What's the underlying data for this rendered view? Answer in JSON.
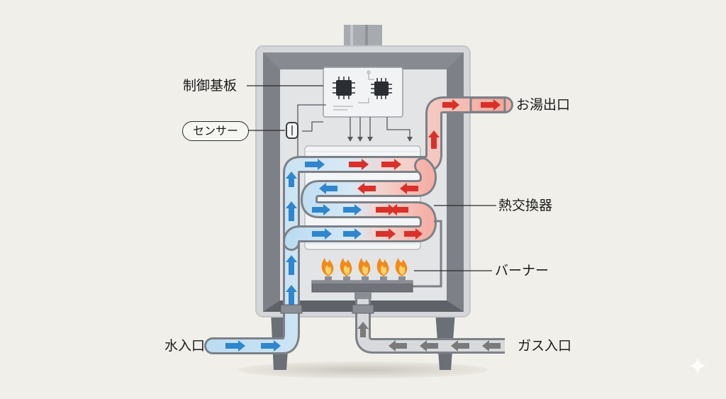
{
  "labels": {
    "control_board": "制御基板",
    "sensor": "センサー",
    "hot_water_outlet": "お湯出口",
    "heat_exchanger": "熱交換器",
    "burner": "バーナー",
    "water_inlet": "水入口",
    "gas_inlet": "ガス入口"
  },
  "colors": {
    "cold": "#2f86cc",
    "hot": "#d9302a",
    "gas_arrow": "#7a7a7a",
    "flame": "#f08a1c",
    "cabinet": "#6e737a"
  },
  "icons": [
    "chip-icon",
    "flame-icon",
    "sparkle-icon"
  ]
}
